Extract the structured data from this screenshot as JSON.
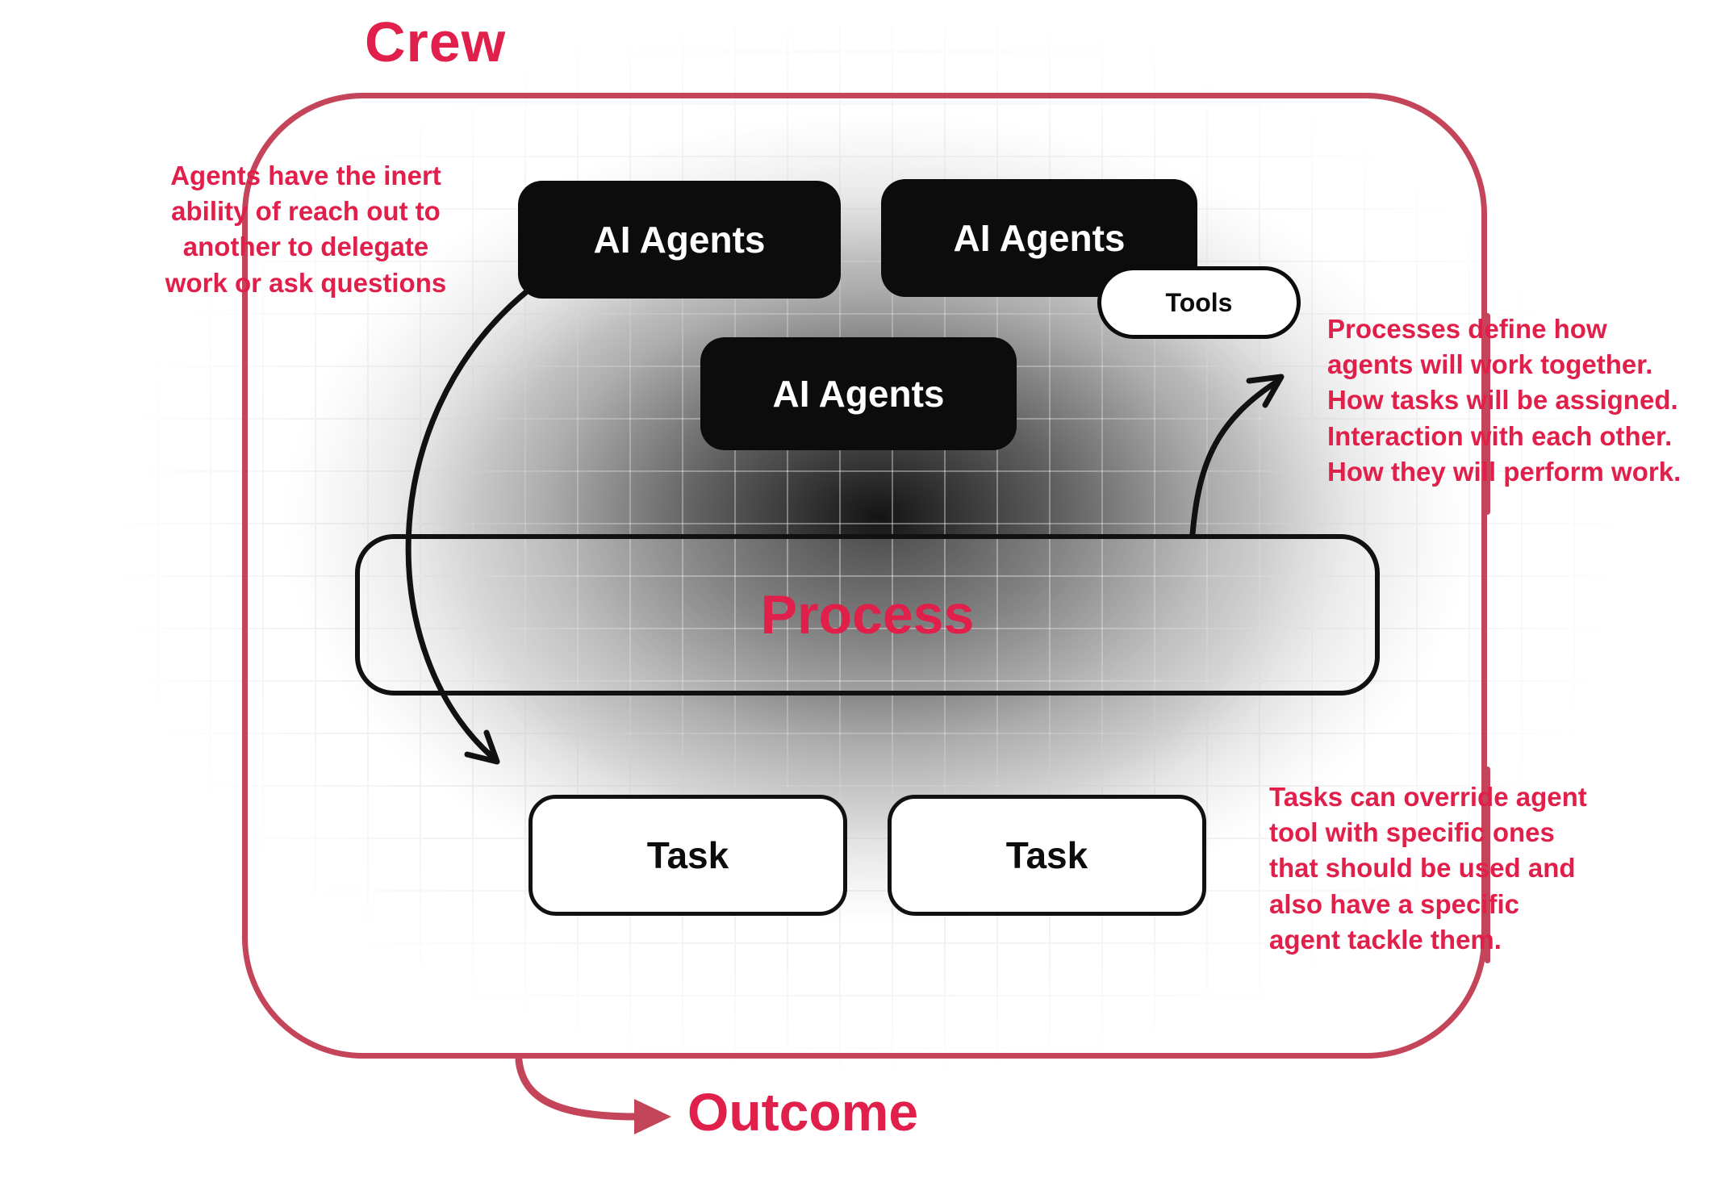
{
  "palette": {
    "accent": "#E0204A",
    "border": "#C4455A",
    "node_black": "#0C0C0C"
  },
  "crew": {
    "title": "Crew"
  },
  "outcome": {
    "label": "Outcome"
  },
  "nodes": {
    "agent_top_left": {
      "label": "AI Agents"
    },
    "agent_top_right": {
      "label": "AI Agents"
    },
    "agent_middle": {
      "label": "AI Agents"
    },
    "tools_chip": {
      "label": "Tools"
    },
    "process_bar": {
      "label": "Process"
    },
    "task_left": {
      "label": "Task"
    },
    "task_right": {
      "label": "Task"
    }
  },
  "annotations": {
    "agents_note": "Agents have the inert\nability of reach out to\nanother to delegate\nwork or ask questions",
    "process_note": "Processes define how\nagents will work together.\nHow tasks will be assigned.\nInteraction with each other.\nHow they will perform work.",
    "tasks_note": "Tasks can override agent\ntool with specific ones\nthat should be used and\nalso have a specific\nagent tackle them."
  }
}
